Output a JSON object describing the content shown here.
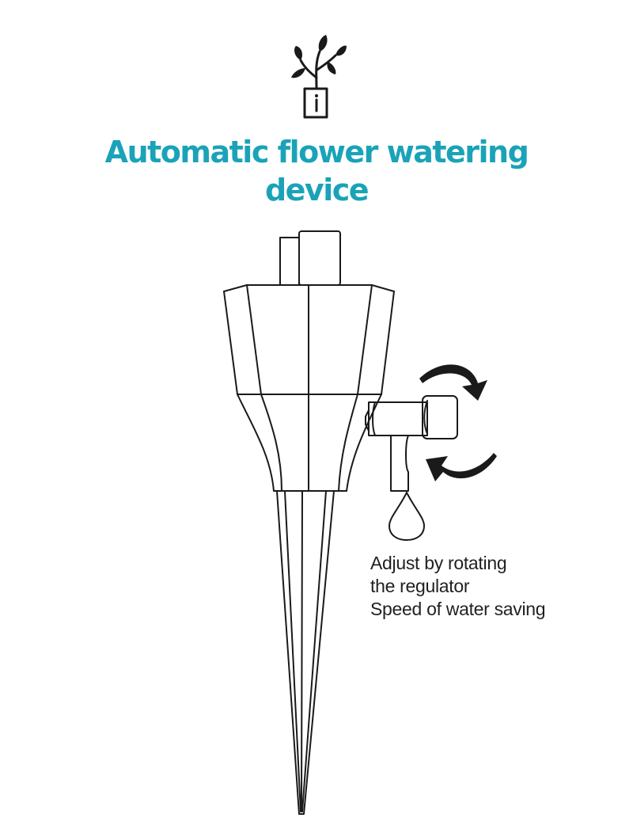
{
  "title": {
    "line1": "Automatic flower watering",
    "line2": "device",
    "color": "#1aa3b8"
  },
  "caption": {
    "line1": "Adjust by rotating",
    "line2": "the regulator",
    "line3": "Speed of water saving",
    "color": "#231f20"
  },
  "icons": {
    "header": "sprout-in-pot-icon",
    "rotate": "rotate-arrows-icon",
    "drop": "water-drop-icon"
  },
  "line_color": "#1a1a1a"
}
